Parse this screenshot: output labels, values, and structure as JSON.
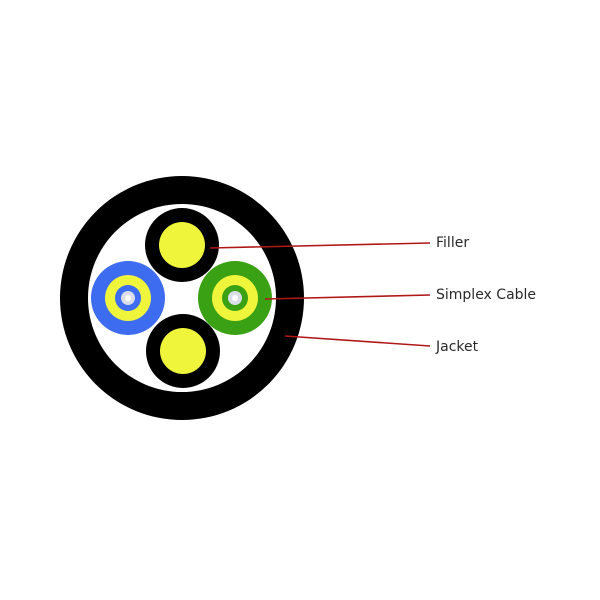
{
  "diagram": {
    "type": "cable-cross-section",
    "colors": {
      "jacket": "#000000",
      "filler_core": "#eef53a",
      "filler_sheath": "#000000",
      "simplex_blue": "#3d6cf0",
      "simplex_green": "#3aa014",
      "buffer_yellow": "#eef53a",
      "fiber_core": "#d9dde8",
      "leader_line": "#b01818",
      "label_text": "#2a2a2a"
    },
    "components": [
      {
        "name": "Filler",
        "count": 2
      },
      {
        "name": "Simplex Cable",
        "count": 2
      },
      {
        "name": "Jacket",
        "count": 1
      }
    ]
  },
  "labels": {
    "filler": "Filler",
    "simplex_cable": "Simplex Cable",
    "jacket": "Jacket"
  }
}
